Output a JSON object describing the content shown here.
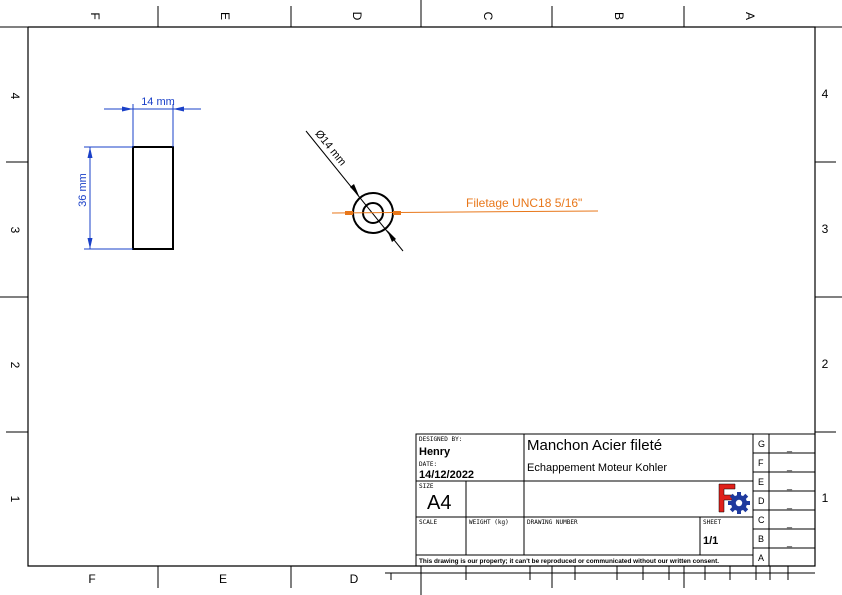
{
  "frame": {
    "top_columns": [
      "F",
      "E",
      "D",
      "C",
      "B",
      "A"
    ],
    "bottom_columns": [
      "F",
      "E",
      "D"
    ],
    "left_rows": [
      "4",
      "3",
      "2",
      "1"
    ],
    "right_rows": [
      "4",
      "3",
      "2",
      "1"
    ]
  },
  "drawing": {
    "width_dim": "14 mm",
    "height_dim": "36 mm",
    "diameter_dim": "Ø14 mm",
    "thread_note": "Filetage UNC18  5/16\"",
    "colors": {
      "dimension": "#1a40c8",
      "thread": "#e8771a",
      "outline": "#000000"
    }
  },
  "title_block": {
    "designed_by_label": "DESIGNED BY:",
    "designed_by": "Henry",
    "date_label": "DATE:",
    "date": "14/12/2022",
    "size_label": "SIZE",
    "size": "A4",
    "title": "Manchon Acier fileté",
    "subtitle": "Echappement Moteur Kohler",
    "scale_label": "SCALE",
    "weight_label": "WEIGHT (kg)",
    "drawing_number_label": "DRAWING NUMBER",
    "sheet_label": "SHEET",
    "sheet": "1/1",
    "disclaimer": "This drawing is our property; it can't be reproduced or communicated without our written consent.",
    "revisions": [
      {
        "letter": "G",
        "value": "_"
      },
      {
        "letter": "F",
        "value": "_"
      },
      {
        "letter": "E",
        "value": "_"
      },
      {
        "letter": "D",
        "value": "_"
      },
      {
        "letter": "C",
        "value": "_"
      },
      {
        "letter": "B",
        "value": "_"
      },
      {
        "letter": "A",
        "value": "_"
      }
    ],
    "logo": "freecad-logo-icon"
  }
}
